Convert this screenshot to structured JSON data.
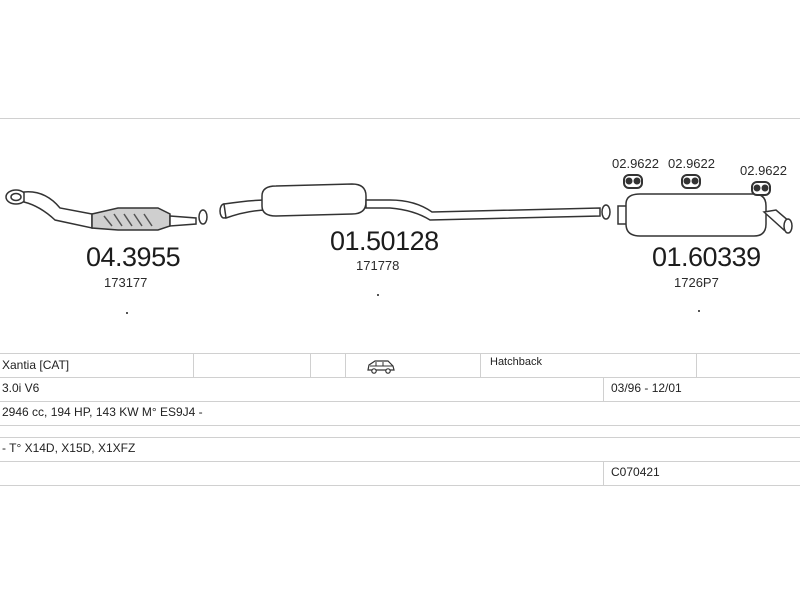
{
  "parts": [
    {
      "number": "04.3955",
      "ref": "173177",
      "icon": "catalytic-converter-icon"
    },
    {
      "number": "01.50128",
      "ref": "171778",
      "icon": "middle-silencer-icon"
    },
    {
      "number": "01.60339",
      "ref": "1726P7",
      "icon": "rear-silencer-icon"
    }
  ],
  "clamps": [
    {
      "number": "02.9622",
      "icon": "rubber-hanger-icon"
    },
    {
      "number": "02.9622",
      "icon": "rubber-hanger-icon"
    },
    {
      "number": "02.9622",
      "icon": "rubber-hanger-icon"
    }
  ],
  "vehicle": {
    "model": "Xantia  [CAT]",
    "body_icon": "car-estate-icon",
    "body_type": "Hatchback",
    "engine": "3.0i V6",
    "production": "03/96 - 12/01",
    "specs": "2946 cc, 194 HP, 143 KW M° ES9J4 -",
    "notes": "- T° X14D, X15D, X1XFZ",
    "code": "C070421"
  }
}
